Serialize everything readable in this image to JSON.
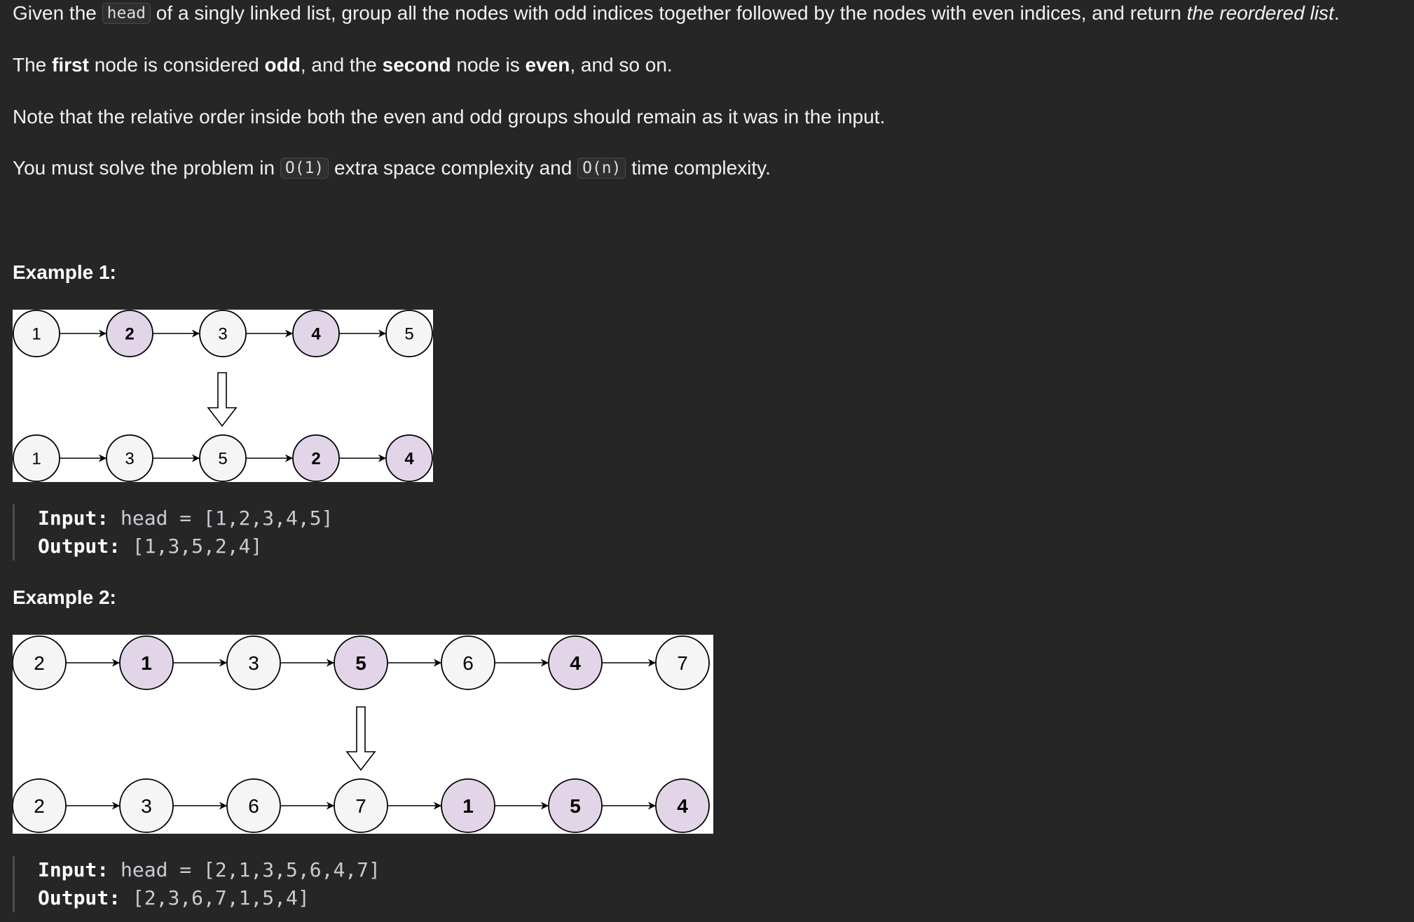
{
  "description": {
    "p1": {
      "before": "Given the ",
      "code": "head",
      "middle": " of a singly linked list, group all the nodes with odd indices together followed by the nodes with even indices, and return ",
      "emph": "the reordered list",
      "end": "."
    },
    "p2": {
      "t1": "The ",
      "b1": "first",
      "t2": " node is considered ",
      "b2": "odd",
      "t3": ", and the ",
      "b3": "second",
      "t4": " node is ",
      "b4": "even",
      "t5": ", and so on."
    },
    "p3": "Note that the relative order inside both the even and odd groups should remain as it was in the input.",
    "p4": {
      "t1": "You must solve the problem in ",
      "c1": "O(1)",
      "t2": " extra space complexity and ",
      "c2": "O(n)",
      "t3": " time complexity."
    }
  },
  "examples": [
    {
      "title": "Example 1:",
      "top_row": [
        {
          "label": "1",
          "even": false
        },
        {
          "label": "2",
          "even": true
        },
        {
          "label": "3",
          "even": false
        },
        {
          "label": "4",
          "even": true
        },
        {
          "label": "5",
          "even": false
        }
      ],
      "bottom_row": [
        {
          "label": "1",
          "even": false
        },
        {
          "label": "3",
          "even": false
        },
        {
          "label": "5",
          "even": false
        },
        {
          "label": "2",
          "even": true
        },
        {
          "label": "4",
          "even": true
        }
      ],
      "input_label": "Input:",
      "input_value": " head = [1,2,3,4,5]",
      "output_label": "Output:",
      "output_value": " [1,3,5,2,4]"
    },
    {
      "title": "Example 2:",
      "top_row": [
        {
          "label": "2",
          "even": false
        },
        {
          "label": "1",
          "even": true
        },
        {
          "label": "3",
          "even": false
        },
        {
          "label": "5",
          "even": true
        },
        {
          "label": "6",
          "even": false
        },
        {
          "label": "4",
          "even": true
        },
        {
          "label": "7",
          "even": false
        }
      ],
      "bottom_row": [
        {
          "label": "2",
          "even": false
        },
        {
          "label": "3",
          "even": false
        },
        {
          "label": "6",
          "even": false
        },
        {
          "label": "7",
          "even": false
        },
        {
          "label": "1",
          "even": true
        },
        {
          "label": "5",
          "even": true
        },
        {
          "label": "4",
          "even": true
        }
      ],
      "input_label": "Input:",
      "input_value": " head = [2,1,3,5,6,4,7]",
      "output_label": "Output:",
      "output_value": " [2,3,6,7,1,5,4]"
    }
  ],
  "colors": {
    "background": "#262626",
    "text": "#eff1f6",
    "diagram_background": "#ffffff",
    "node_odd_fill": "#f5f5f5",
    "node_even_fill": "#e1d5e7",
    "node_stroke": "#000000"
  }
}
